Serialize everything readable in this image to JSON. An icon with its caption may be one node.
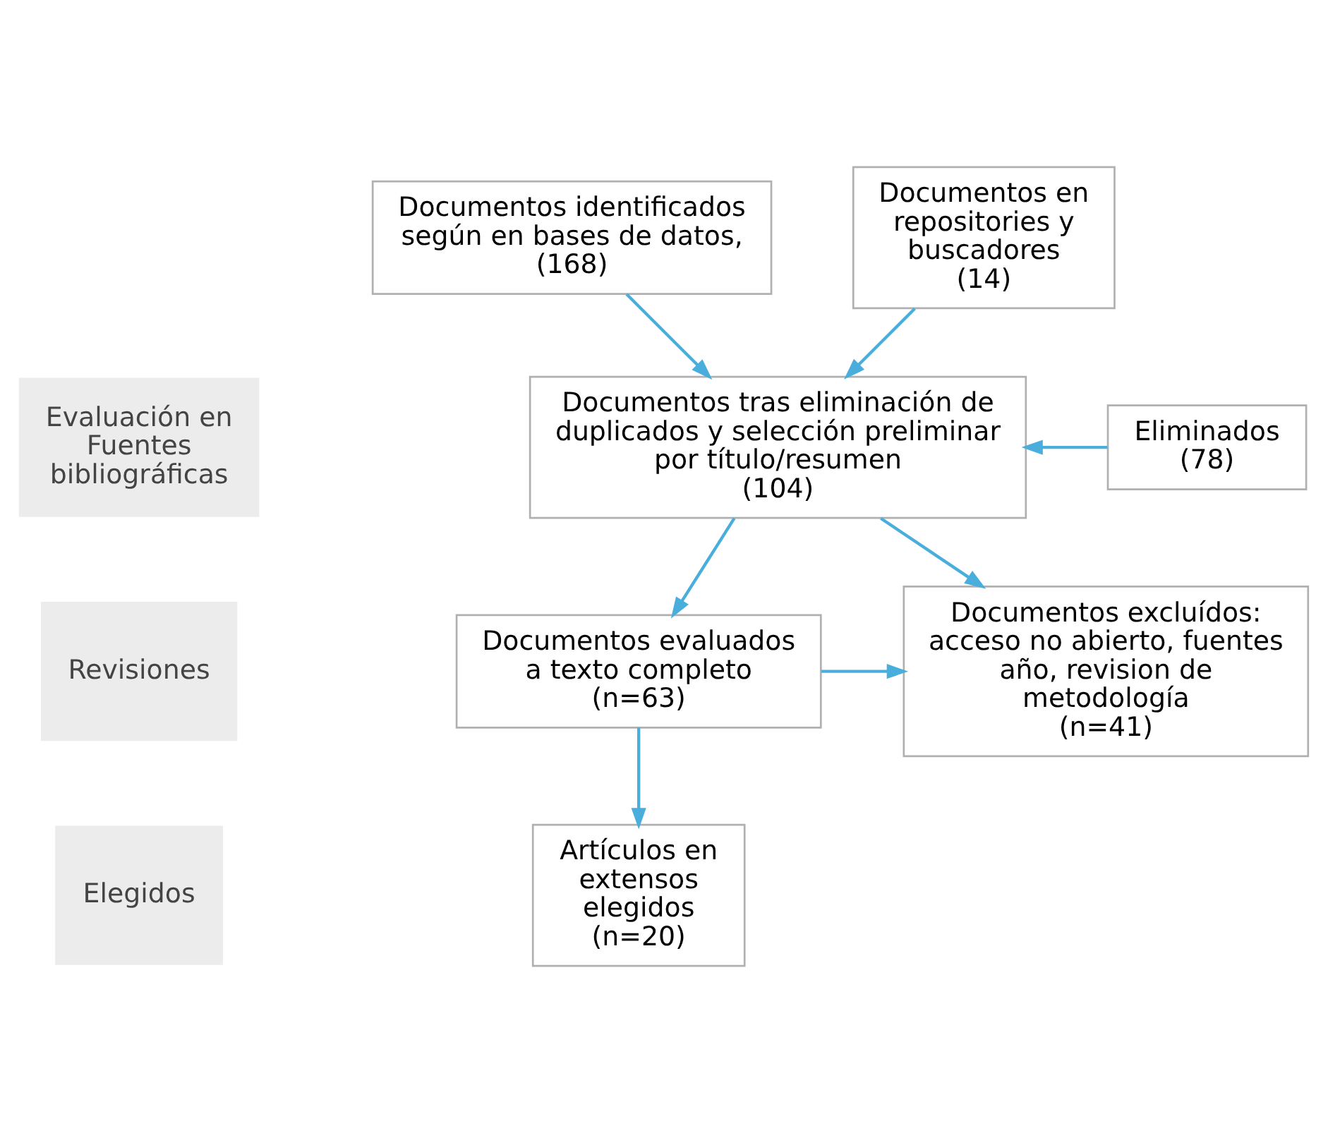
{
  "diagram": {
    "nodes": [
      {
        "text": [
          "Documentos identificados según en bases de datos,",
          "(168)"
        ]
      },
      {
        "text": [
          "Documentos en repositories y buscadores",
          "(14)"
        ]
      },
      {
        "text": [
          "Documentos tras eliminación de duplicados y selección preliminar por título/resumen",
          "(104)"
        ]
      },
      {
        "text": [
          "Eliminados",
          "(78)"
        ]
      },
      {
        "text": [
          "Documentos evaluados a texto completo",
          "(n=63)"
        ]
      },
      {
        "text": [
          "Documentos excluídos: acceso no abierto, fuentes año, revision de metodología",
          "(n=41)"
        ]
      },
      {
        "text": [
          "Artículos en extensos elegidos",
          "(n=20)"
        ]
      },
      {
        "text": [
          "Evaluación en Fuentes bibliográficas"
        ]
      },
      {
        "text": [
          "Revisiones"
        ]
      },
      {
        "text": [
          "Elegidos"
        ]
      }
    ],
    "edges": [
      {
        "from": 0,
        "to": 2,
        "arrow": "to"
      },
      {
        "from": 1,
        "to": 2,
        "arrow": "to"
      },
      {
        "from": 3,
        "to": 2,
        "arrow": "to"
      },
      {
        "from": 2,
        "to": 4,
        "arrow": "to"
      },
      {
        "from": 2,
        "to": 5,
        "arrow": "to"
      },
      {
        "from": 4,
        "to": 5,
        "arrow": "to"
      },
      {
        "from": 4,
        "to": 6,
        "arrow": "to"
      }
    ]
  }
}
